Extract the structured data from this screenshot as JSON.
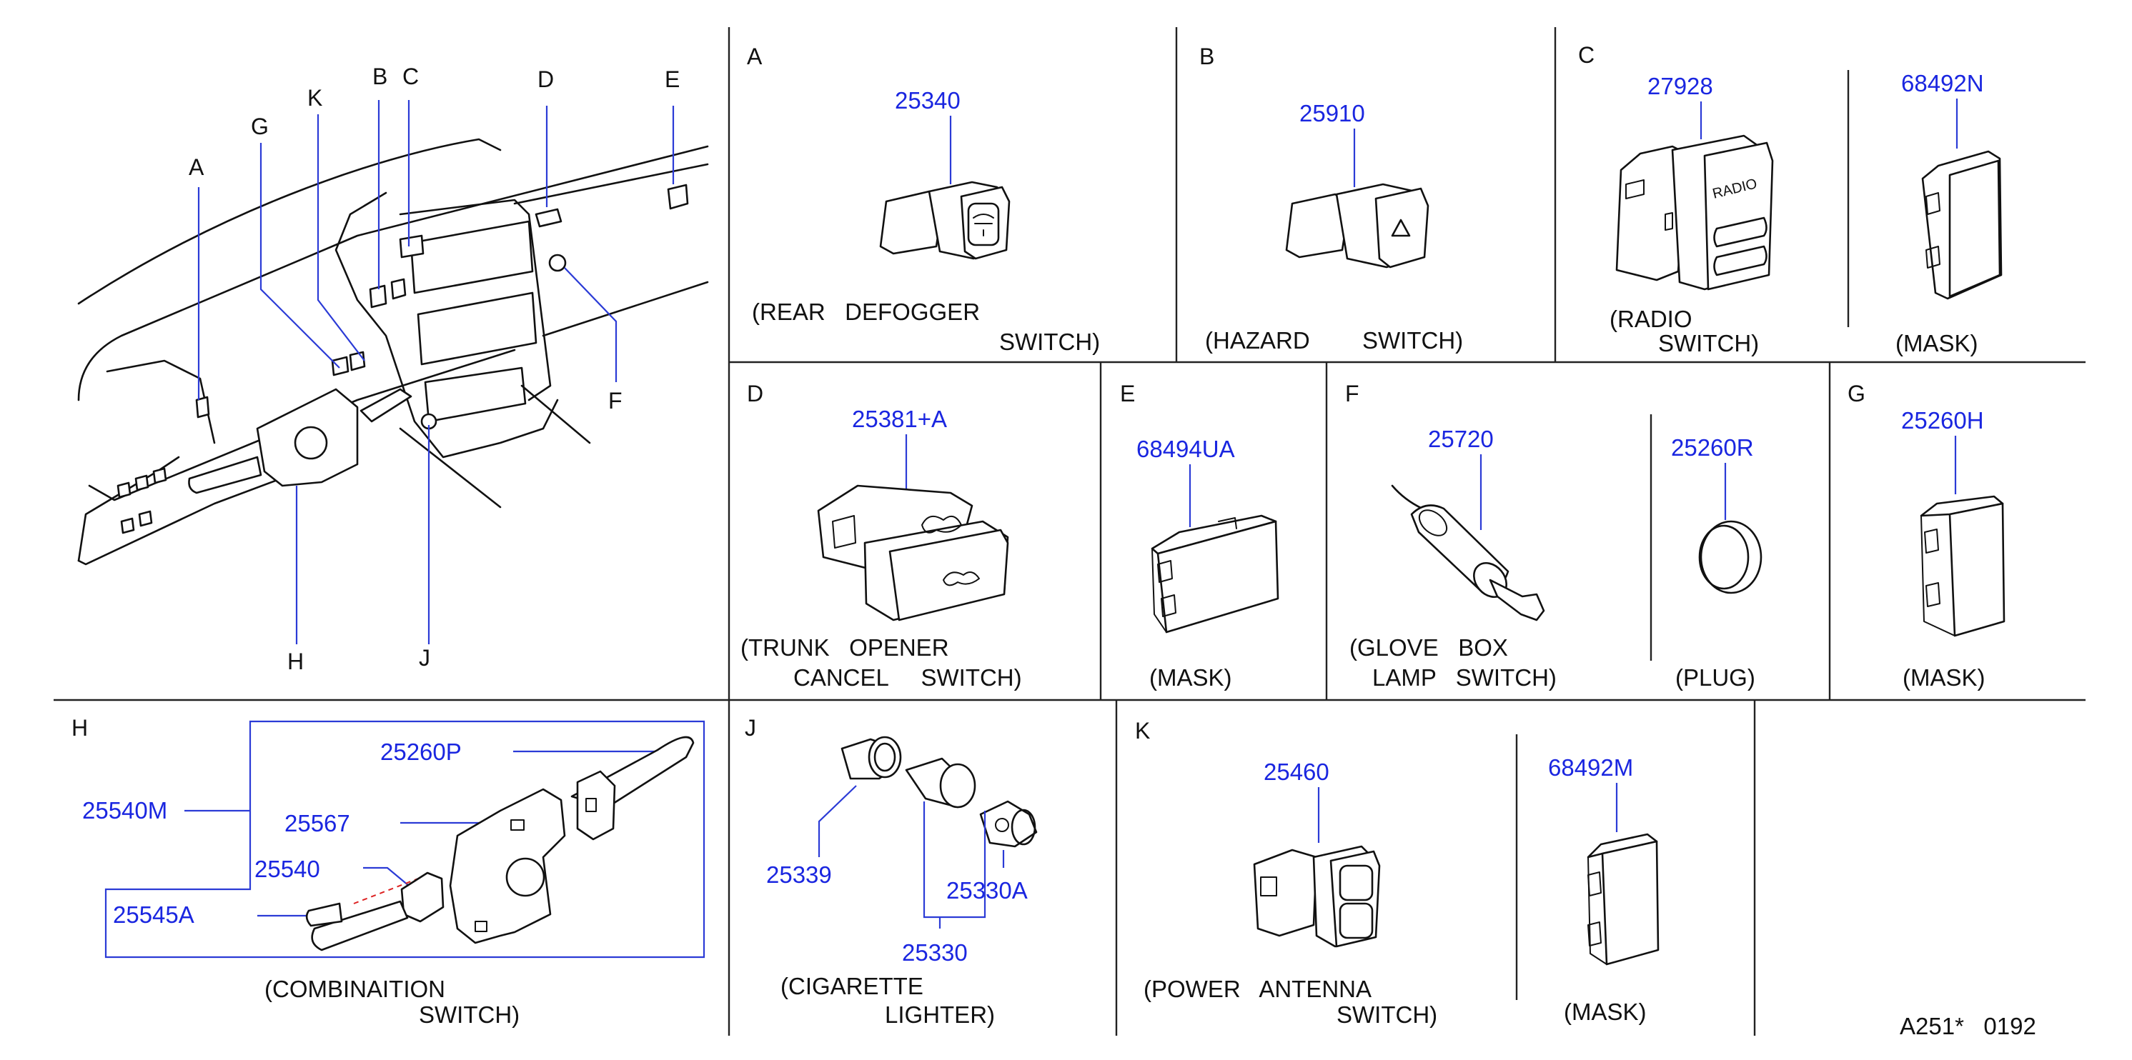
{
  "overview": {
    "callouts": [
      "A",
      "B",
      "C",
      "D",
      "E",
      "F",
      "G",
      "H",
      "J",
      "K"
    ]
  },
  "sections": {
    "A": {
      "letter": "A",
      "parts": [
        "25340"
      ],
      "caption": [
        "(REAR   DEFOGGER",
        "SWITCH)"
      ]
    },
    "B": {
      "letter": "B",
      "parts": [
        "25910"
      ],
      "caption": [
        "(HAZARD        SWITCH)"
      ]
    },
    "C": {
      "letter": "C",
      "parts": [
        "27928",
        "68492N"
      ],
      "caption_1": [
        "(RADIO",
        "SWITCH)"
      ],
      "caption_2": [
        "(MASK)"
      ],
      "radio_text": "RADIO"
    },
    "D": {
      "letter": "D",
      "parts": [
        "25381+A"
      ],
      "caption": [
        "(TRUNK   OPENER",
        "CANCEL     SWITCH)"
      ]
    },
    "E": {
      "letter": "E",
      "parts": [
        "68494UA"
      ],
      "caption": [
        "(MASK)"
      ]
    },
    "F": {
      "letter": "F",
      "parts": [
        "25720",
        "25260R"
      ],
      "caption_1": [
        "(GLOVE   BOX",
        "LAMP   SWITCH)"
      ],
      "caption_2": [
        "(PLUG)"
      ]
    },
    "G": {
      "letter": "G",
      "parts": [
        "25260H"
      ],
      "caption": [
        "(MASK)"
      ]
    },
    "H": {
      "letter": "H",
      "parts": [
        "25260P",
        "25540M",
        "25567",
        "25540",
        "25545A"
      ],
      "caption": [
        "(COMBINAITION",
        "SWITCH)"
      ]
    },
    "J": {
      "letter": "J",
      "parts": [
        "25339",
        "25330A",
        "25330"
      ],
      "caption": [
        "(CIGARETTE",
        "LIGHTER)"
      ]
    },
    "K": {
      "letter": "K",
      "parts": [
        "25460",
        "68492M"
      ],
      "caption_1": [
        "(POWER   ANTENNA",
        "SWITCH)"
      ],
      "caption_2": [
        "(MASK)"
      ]
    }
  },
  "footer": {
    "code": "A251*   0192"
  },
  "colors": {
    "part_number": "#1a26e0",
    "leader": "#2b3bd6",
    "line": "#111111",
    "dashed_leader": "#dd2222"
  }
}
